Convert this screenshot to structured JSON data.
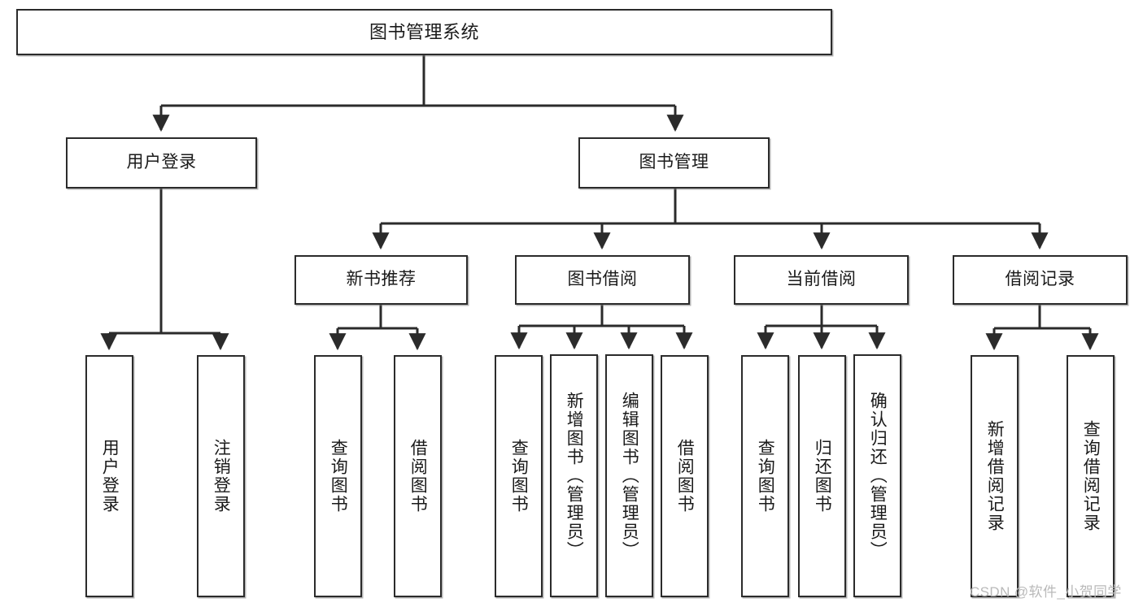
{
  "diagram": {
    "type": "tree-hierarchy-chart",
    "title": "图书管理系统",
    "watermark": "CSDN @软件_小贺同学",
    "colors": {
      "box_border": "#2b2b2b",
      "box_fill": "#ffffff",
      "edge": "#2b2b2b",
      "text": "#1a1a1a",
      "watermark": "#b9b9b9"
    },
    "nodes": {
      "root": {
        "label": "图书管理系统",
        "level": 0
      },
      "level1": [
        {
          "id": "user-login",
          "label": "用户登录"
        },
        {
          "id": "book-manage",
          "label": "图书管理"
        }
      ],
      "level2": [
        {
          "id": "new-book-recommend",
          "label": "新书推荐",
          "parent": "book-manage"
        },
        {
          "id": "book-borrow",
          "label": "图书借阅",
          "parent": "book-manage"
        },
        {
          "id": "current-borrow",
          "label": "当前借阅",
          "parent": "book-manage"
        },
        {
          "id": "borrow-record",
          "label": "借阅记录",
          "parent": "book-manage"
        }
      ],
      "leaves": [
        {
          "id": "leaf-user-login",
          "label": "用户登录",
          "parent": "user-login"
        },
        {
          "id": "leaf-logout-login",
          "label": "注销登录",
          "parent": "user-login"
        },
        {
          "id": "leaf-query-book-1",
          "label": "查询图书",
          "parent": "new-book-recommend"
        },
        {
          "id": "leaf-borrow-book-1",
          "label": "借阅图书",
          "parent": "new-book-recommend"
        },
        {
          "id": "leaf-query-book-2",
          "label": "查询图书",
          "parent": "book-borrow"
        },
        {
          "id": "leaf-add-book",
          "label": "新增图书（管理员）",
          "parent": "book-borrow"
        },
        {
          "id": "leaf-edit-book",
          "label": "编辑图书（管理员）",
          "parent": "book-borrow"
        },
        {
          "id": "leaf-borrow-book-2",
          "label": "借阅图书",
          "parent": "book-borrow"
        },
        {
          "id": "leaf-query-book-3",
          "label": "查询图书",
          "parent": "current-borrow"
        },
        {
          "id": "leaf-return-book",
          "label": "归还图书",
          "parent": "current-borrow"
        },
        {
          "id": "leaf-confirm-return",
          "label": "确认归还（管理员）",
          "parent": "current-borrow"
        },
        {
          "id": "leaf-add-record",
          "label": "新增借阅记录",
          "parent": "borrow-record"
        },
        {
          "id": "leaf-query-record",
          "label": "查询借阅记录",
          "parent": "borrow-record"
        }
      ]
    }
  }
}
